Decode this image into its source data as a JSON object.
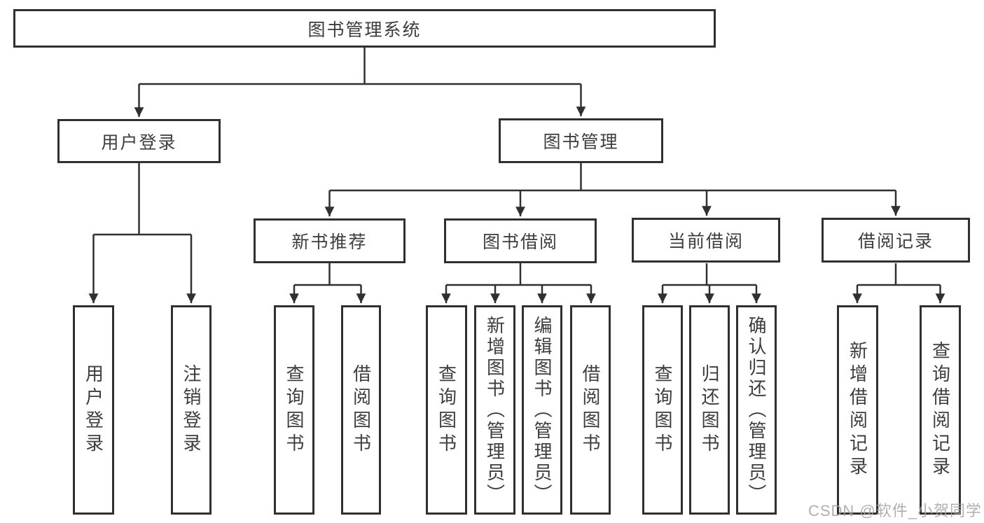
{
  "diagram": {
    "root": {
      "label": "图书管理系统"
    },
    "level2": [
      {
        "label": "用户登录"
      },
      {
        "label": "图书管理"
      }
    ],
    "level3": [
      {
        "label": "新书推荐",
        "parent": "图书管理"
      },
      {
        "label": "图书借阅",
        "parent": "图书管理"
      },
      {
        "label": "当前借阅",
        "parent": "图书管理"
      },
      {
        "label": "借阅记录",
        "parent": "图书管理"
      }
    ],
    "leaves": [
      {
        "label": "用户登录",
        "parent": "用户登录"
      },
      {
        "label": "注销登录",
        "parent": "用户登录"
      },
      {
        "label": "查询图书",
        "parent": "新书推荐"
      },
      {
        "label": "借阅图书",
        "parent": "新书推荐"
      },
      {
        "label": "查询图书",
        "parent": "图书借阅"
      },
      {
        "label": "新增图书（管理员）",
        "parent": "图书借阅"
      },
      {
        "label": "编辑图书（管理员）",
        "parent": "图书借阅"
      },
      {
        "label": "借阅图书",
        "parent": "图书借阅"
      },
      {
        "label": "查询图书",
        "parent": "当前借阅"
      },
      {
        "label": "归还图书",
        "parent": "当前借阅"
      },
      {
        "label": "确认归还（管理员）",
        "parent": "当前借阅"
      },
      {
        "label": "新增借阅记录",
        "parent": "借阅记录"
      },
      {
        "label": "查询借阅记录",
        "parent": "借阅记录"
      }
    ],
    "watermark": "CSDN @软件_小贺同学",
    "colors": {
      "line": "#303030",
      "box_border": "#303030",
      "text": "#3d3d3d",
      "watermark": "#a2a2a2",
      "background": "#ffffff"
    }
  }
}
